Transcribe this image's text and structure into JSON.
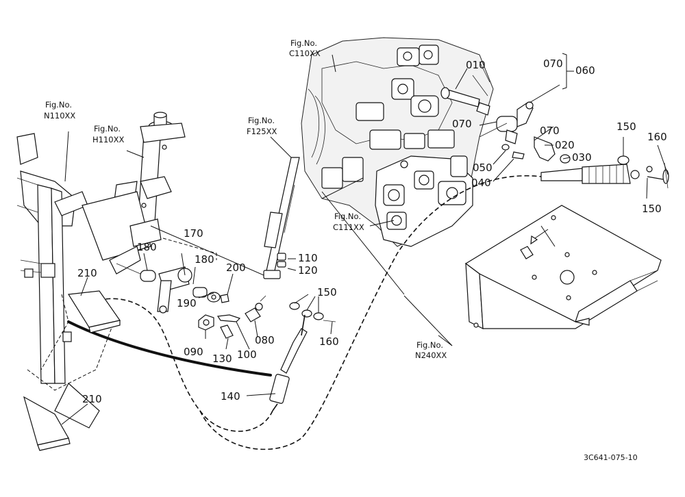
{
  "drawing_code": "3C641-075-10",
  "fig_refs": {
    "c110": {
      "line1": "Fig.No.",
      "line2": "C110XX"
    },
    "n110": {
      "line1": "Fig.No.",
      "line2": "N110XX"
    },
    "h110": {
      "line1": "Fig.No.",
      "line2": "H110XX"
    },
    "f125": {
      "line1": "Fig.No.",
      "line2": "F125XX"
    },
    "c111": {
      "line1": "Fig.No.",
      "line2": "C111XX"
    },
    "n240": {
      "line1": "Fig.No.",
      "line2": "N240XX"
    }
  },
  "part_labels": {
    "p010": "010",
    "p070a": "070",
    "p060": "060",
    "p070b": "070",
    "p070c": "070",
    "p150a": "150",
    "p160a": "160",
    "p020": "020",
    "p030": "030",
    "p050": "050",
    "p040": "040",
    "p150b": "150",
    "p170": "170",
    "p180a": "180",
    "p180b": "180",
    "p110": "110",
    "p120": "120",
    "p200": "200",
    "p150c": "150",
    "p210a": "210",
    "p190": "190",
    "p090": "090",
    "p130": "130",
    "p100": "100",
    "p080": "080",
    "p160b": "160",
    "p140": "140",
    "p210b": "210"
  }
}
